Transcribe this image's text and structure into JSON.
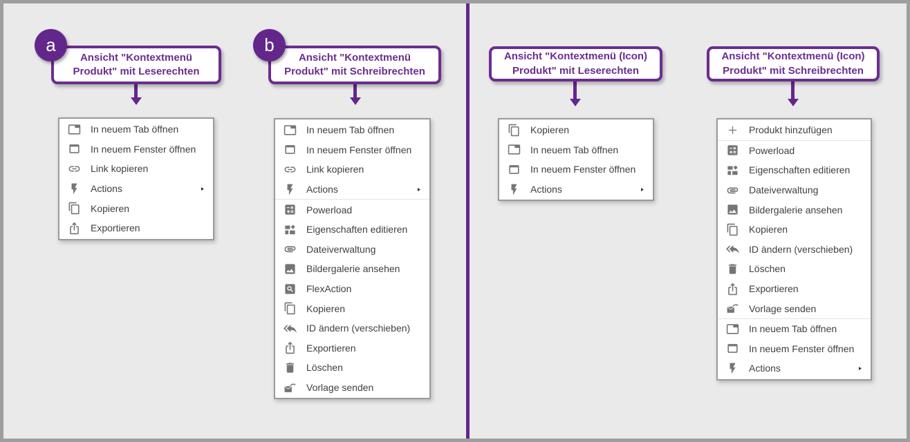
{
  "theme": {
    "purple": "#63278c",
    "title_border_purple": "#6b2d90",
    "background": "#eaeaea",
    "frame_border": "#9e9e9e",
    "menu_border": "#9a9a9a",
    "menu_text": "#404040",
    "icon_gray": "#757575"
  },
  "panels": {
    "a": {
      "badge": "a",
      "title_line1": "Ansicht \"Kontextmenü",
      "title_line2": "Produkt\" mit Leserechten",
      "menu_items": [
        {
          "icon": "tab-icon",
          "label": "In neuem Tab öffnen"
        },
        {
          "icon": "window-icon",
          "label": "In neuem Fenster öffnen"
        },
        {
          "icon": "link-icon",
          "label": "Link kopieren"
        },
        {
          "icon": "flash-icon",
          "label": "Actions",
          "has_submenu": true
        },
        {
          "icon": "copy-icon",
          "label": "Kopieren"
        },
        {
          "icon": "export-icon",
          "label": "Exportieren"
        }
      ]
    },
    "b": {
      "badge": "b",
      "title_line1": "Ansicht \"Kontextmenü",
      "title_line2": "Produkt\" mit Schreibrechten",
      "menu_items": [
        {
          "icon": "tab-icon",
          "label": "In neuem Tab öffnen"
        },
        {
          "icon": "window-icon",
          "label": "In neuem Fenster öffnen"
        },
        {
          "icon": "link-icon",
          "label": "Link kopieren"
        },
        {
          "icon": "flash-icon",
          "label": "Actions",
          "has_submenu": true
        },
        {
          "icon": "calculator-icon",
          "label": "Powerload"
        },
        {
          "icon": "properties-icon",
          "label": "Eigenschaften editieren"
        },
        {
          "icon": "attachment-icon",
          "label": "Dateiverwaltung"
        },
        {
          "icon": "image-icon",
          "label": "Bildergalerie ansehen"
        },
        {
          "icon": "search-box-icon",
          "label": "FlexAction"
        },
        {
          "icon": "copy-icon",
          "label": "Kopieren"
        },
        {
          "icon": "reply-all-icon",
          "label": "ID ändern (verschieben)"
        },
        {
          "icon": "export-icon",
          "label": "Exportieren"
        },
        {
          "icon": "trash-icon",
          "label": "Löschen"
        },
        {
          "icon": "send-mail-icon",
          "label": "Vorlage senden"
        }
      ]
    },
    "c": {
      "title_line1": "Ansicht \"Kontextmenü (Icon)",
      "title_line2": "Produkt\" mit Leserechten",
      "menu_items": [
        {
          "icon": "copy-icon",
          "label": "Kopieren"
        },
        {
          "icon": "tab-icon",
          "label": "In neuem Tab öffnen"
        },
        {
          "icon": "window-icon",
          "label": "In neuem Fenster öffnen"
        },
        {
          "icon": "flash-icon",
          "label": "Actions",
          "has_submenu": true
        }
      ]
    },
    "d": {
      "title_line1": "Ansicht \"Kontextmenü (Icon)",
      "title_line2": "Produkt\" mit Schreibrechten",
      "menu_items": [
        {
          "icon": "plus-icon",
          "label": "Produkt hinzufügen"
        },
        {
          "icon": "calculator-icon",
          "label": "Powerload"
        },
        {
          "icon": "properties-icon",
          "label": "Eigenschaften editieren"
        },
        {
          "icon": "attachment-icon",
          "label": "Dateiverwaltung"
        },
        {
          "icon": "image-icon",
          "label": "Bildergalerie ansehen"
        },
        {
          "icon": "copy-icon",
          "label": "Kopieren"
        },
        {
          "icon": "reply-all-icon",
          "label": "ID ändern (verschieben)"
        },
        {
          "icon": "trash-icon",
          "label": "Löschen"
        },
        {
          "icon": "export-icon",
          "label": "Exportieren"
        },
        {
          "icon": "send-mail-icon",
          "label": "Vorlage senden"
        },
        {
          "icon": "tab-icon",
          "label": "In neuem Tab öffnen"
        },
        {
          "icon": "window-icon",
          "label": "In neuem Fenster öffnen"
        },
        {
          "icon": "flash-icon",
          "label": "Actions",
          "has_submenu": true
        }
      ]
    }
  }
}
